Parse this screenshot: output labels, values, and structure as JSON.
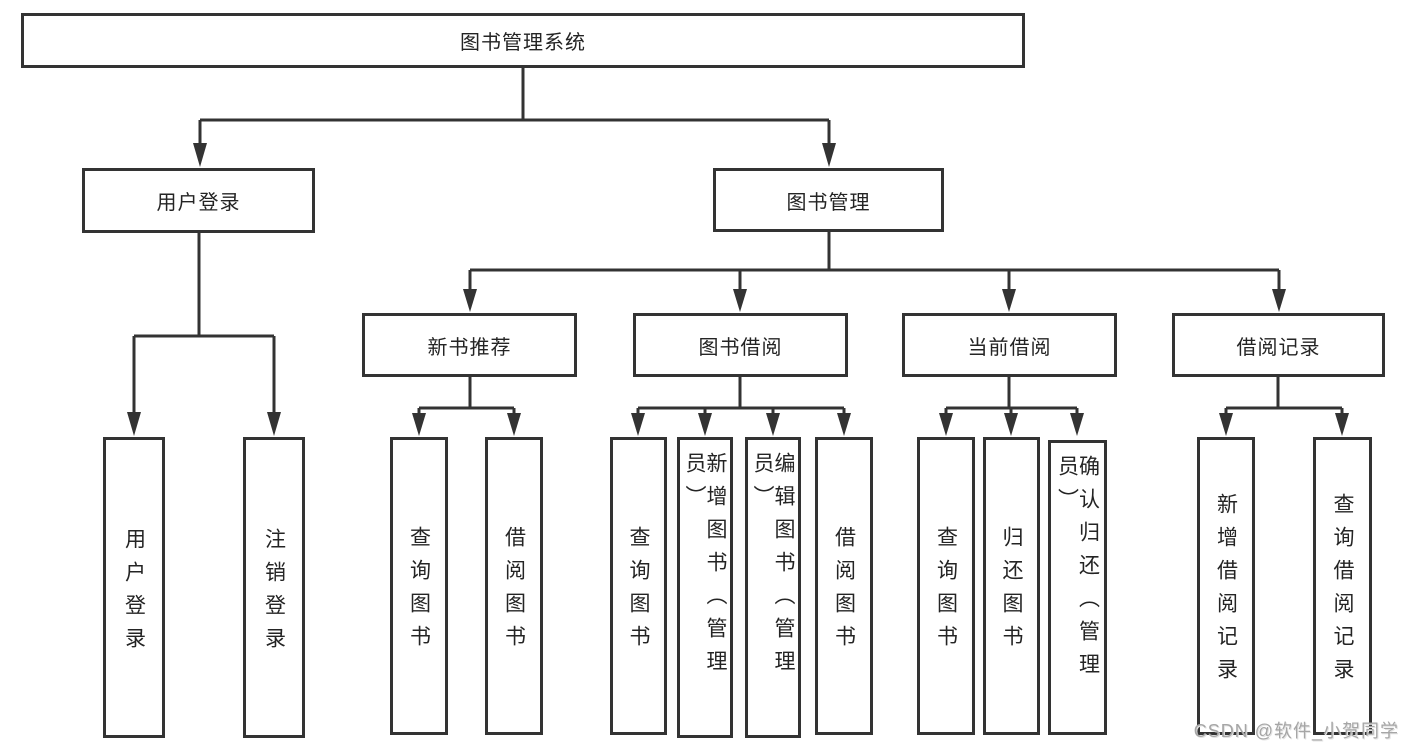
{
  "colors": {
    "line": "#333333",
    "text": "#242424",
    "watermark": "#a6a6a6",
    "background": "#ffffff"
  },
  "tree": {
    "label": "图书管理系统",
    "children": [
      {
        "label": "用户登录",
        "children": [
          {
            "label": "用户登录"
          },
          {
            "label": "注销登录"
          }
        ]
      },
      {
        "label": "图书管理",
        "children": [
          {
            "label": "新书推荐",
            "children": [
              {
                "label": "查询图书"
              },
              {
                "label": "借阅图书"
              }
            ]
          },
          {
            "label": "图书借阅",
            "children": [
              {
                "label": "查询图书"
              },
              {
                "label": "新增图书（管理员）"
              },
              {
                "label": "编辑图书（管理员）"
              },
              {
                "label": "借阅图书"
              }
            ]
          },
          {
            "label": "当前借阅",
            "children": [
              {
                "label": "查询图书"
              },
              {
                "label": "归还图书"
              },
              {
                "label": "确认归还（管理员）"
              }
            ]
          },
          {
            "label": "借阅记录",
            "children": [
              {
                "label": "新增借阅记录"
              },
              {
                "label": "查询借阅记录"
              }
            ]
          }
        ]
      }
    ]
  },
  "watermark": {
    "text": "CSDN @软件_小贺同学"
  }
}
